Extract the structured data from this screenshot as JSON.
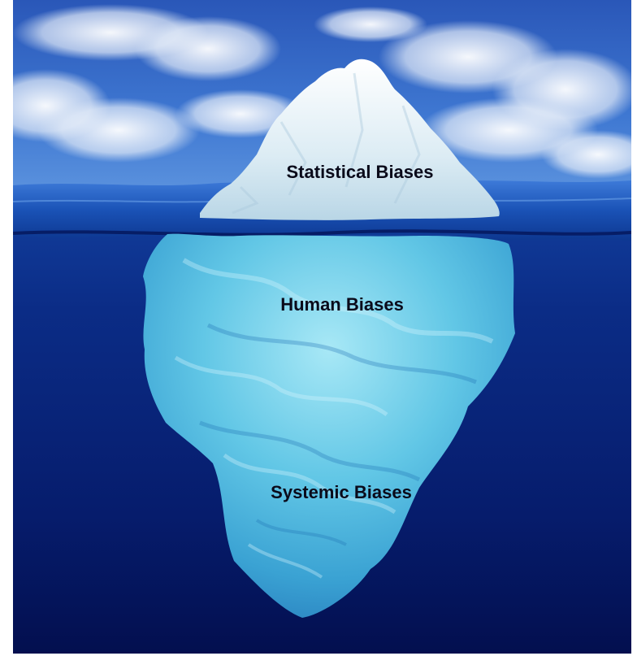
{
  "iceberg": {
    "layers": [
      {
        "label": "Statistical Biases",
        "position": "above water"
      },
      {
        "label": "Human Biases",
        "position": "below water"
      },
      {
        "label": "Systemic Biases",
        "position": "below water"
      }
    ]
  },
  "colors": {
    "sky": "#2f63c2",
    "cloud": "#e9f0fb",
    "sea_surface": "#1b4fb0",
    "deep_water": "#04135e",
    "ice_above": "#e6f2f8",
    "ice_below": "#5fc3e3",
    "label_text": "#0a0a1a"
  }
}
